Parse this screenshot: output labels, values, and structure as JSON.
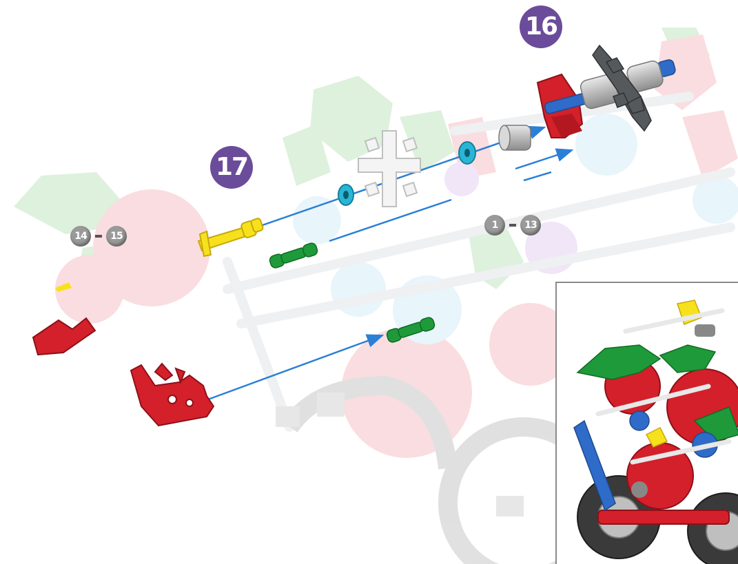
{
  "steps": {
    "step16": "16",
    "step17": "17"
  },
  "references": {
    "left": {
      "from": "14",
      "to": "15"
    },
    "right": {
      "from": "1",
      "to": "13"
    }
  },
  "colors": {
    "step_badge": "#6b4c9a",
    "ref_badge": "#9a9a9a",
    "arrow": "#2b7fd6",
    "red_part": "#d3202a",
    "yellow_part": "#f7e11d",
    "green_part": "#1f9a3a",
    "blue_part": "#2f6bc8",
    "teal_spacer": "#29b6d6",
    "grey_part": "#55595c",
    "faded_model": "#f2b8bd"
  },
  "icons": [
    "red-l-connector",
    "yellow-rod",
    "green-rod",
    "teal-spacer",
    "white-connector",
    "red-tri-connector",
    "grey-connector",
    "grey-spacer"
  ]
}
